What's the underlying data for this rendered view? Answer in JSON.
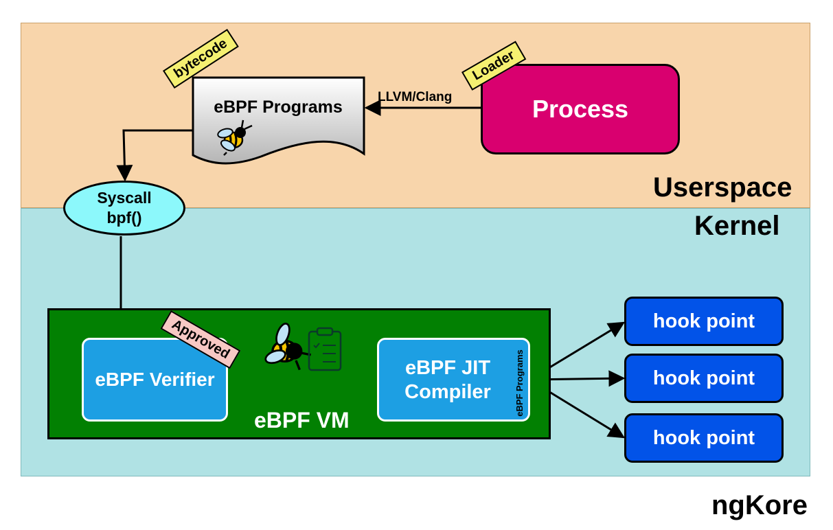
{
  "zones": {
    "userspace": "Userspace",
    "kernel": "Kernel"
  },
  "process": {
    "label": "Process"
  },
  "loader": {
    "label": "Loader"
  },
  "edges": {
    "compile": "LLVM/Clang"
  },
  "programs_doc": {
    "label": "eBPF Programs",
    "tag": "bytecode"
  },
  "syscall": {
    "line1": "Syscall",
    "line2": "bpf()"
  },
  "vm": {
    "label": "eBPF VM",
    "verifier": "eBPF Verifier",
    "approved_tag": "Approved",
    "jit_line1": "eBPF JIT",
    "jit_line2": "Compiler",
    "jit_side": "eBPF Programs"
  },
  "hooks": [
    "hook point",
    "hook point",
    "hook point"
  ],
  "brand": "ngKore",
  "colors": {
    "userspace_bg": "#f8d5ab",
    "kernel_bg": "#b0e2e4",
    "process": "#d9006f",
    "tag_yellow": "#f5f071",
    "tag_pink": "#f7c8c4",
    "syscall": "#8cf8fb",
    "vm": "#028002",
    "inner_box": "#1d9fe3",
    "hook": "#0253e8"
  },
  "icons": [
    "bee-icon",
    "bee-icon",
    "clipboard-icon"
  ]
}
